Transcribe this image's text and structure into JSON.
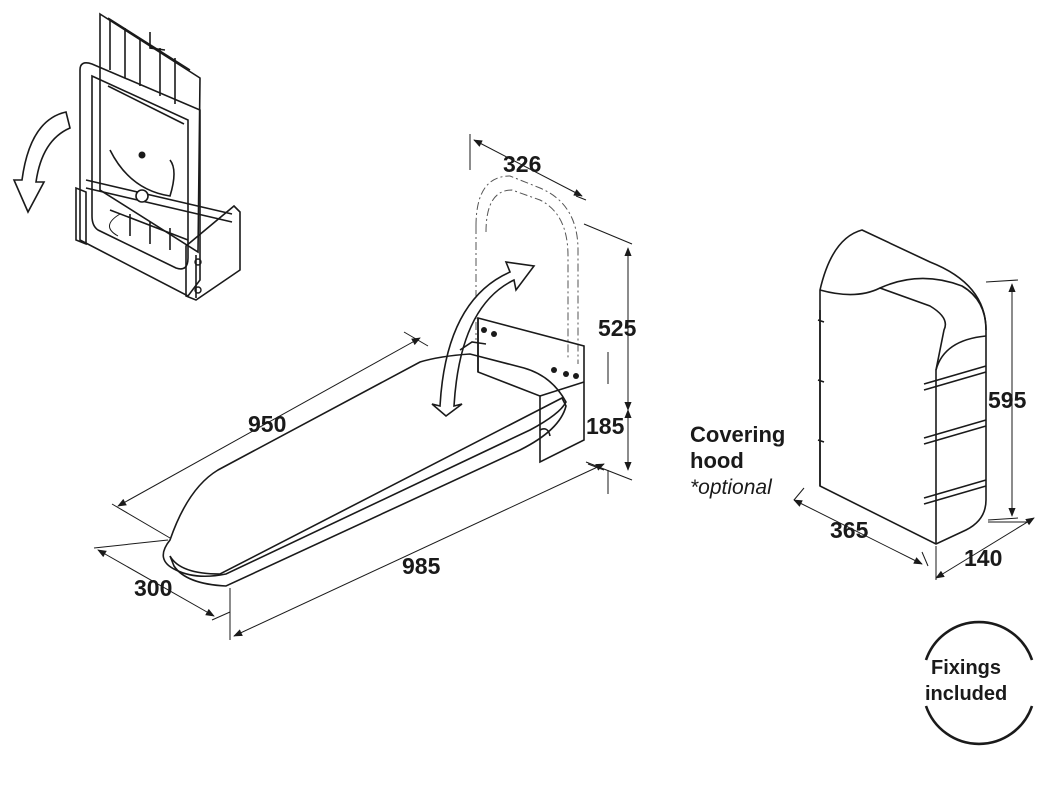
{
  "dimensions": {
    "board_length": "950",
    "overall_length": "985",
    "board_width": "300",
    "folded_width": "326",
    "folded_height": "525",
    "bracket_height": "185",
    "hood_width": "365",
    "hood_depth": "140",
    "hood_height": "595"
  },
  "hood": {
    "label_line1": "Covering",
    "label_line2": "hood",
    "note": "*optional"
  },
  "badge": {
    "line1": "Fixings",
    "line2": "included"
  }
}
